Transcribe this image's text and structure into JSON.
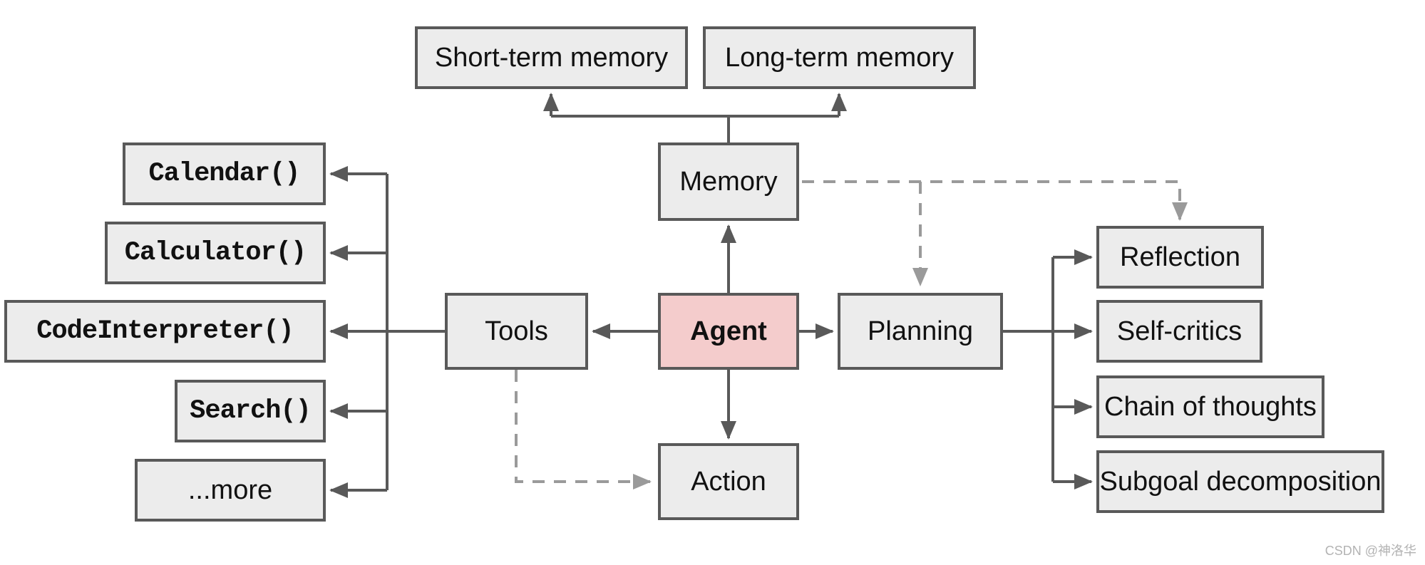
{
  "colors": {
    "node_fill": "#ececec",
    "node_border": "#595959",
    "agent_fill": "#f4cccc",
    "connector_solid": "#595959",
    "connector_dashed": "#9a9a9a",
    "text": "#111111",
    "watermark": "#b3b3b3"
  },
  "nodes": {
    "short_term_memory": {
      "label": "Short-term memory"
    },
    "long_term_memory": {
      "label": "Long-term memory"
    },
    "memory": {
      "label": "Memory"
    },
    "agent": {
      "label": "Agent"
    },
    "tools": {
      "label": "Tools"
    },
    "planning": {
      "label": "Planning"
    },
    "action": {
      "label": "Action"
    },
    "calendar": {
      "label": "Calendar()"
    },
    "calculator": {
      "label": "Calculator()"
    },
    "code_interpreter": {
      "label": "CodeInterpreter()"
    },
    "search": {
      "label": "Search()"
    },
    "more": {
      "label": "...more"
    },
    "reflection": {
      "label": "Reflection"
    },
    "self_critics": {
      "label": "Self-critics"
    },
    "chain_of_thoughts": {
      "label": "Chain of thoughts"
    },
    "subgoal_decomposition": {
      "label": "Subgoal decomposition"
    }
  },
  "edges": [
    {
      "from": "memory",
      "to": "short_term_memory",
      "style": "solid",
      "arrow": true
    },
    {
      "from": "memory",
      "to": "long_term_memory",
      "style": "solid",
      "arrow": true
    },
    {
      "from": "agent",
      "to": "memory",
      "style": "solid",
      "arrow": true
    },
    {
      "from": "agent",
      "to": "tools",
      "style": "solid",
      "arrow": true
    },
    {
      "from": "agent",
      "to": "planning",
      "style": "solid",
      "arrow": true
    },
    {
      "from": "agent",
      "to": "action",
      "style": "solid",
      "arrow": true
    },
    {
      "from": "tools",
      "to": "calendar",
      "style": "solid",
      "arrow": true
    },
    {
      "from": "tools",
      "to": "calculator",
      "style": "solid",
      "arrow": true
    },
    {
      "from": "tools",
      "to": "code_interpreter",
      "style": "solid",
      "arrow": true
    },
    {
      "from": "tools",
      "to": "search",
      "style": "solid",
      "arrow": true
    },
    {
      "from": "tools",
      "to": "more",
      "style": "solid",
      "arrow": true
    },
    {
      "from": "planning",
      "to": "reflection",
      "style": "solid",
      "arrow": true
    },
    {
      "from": "planning",
      "to": "self_critics",
      "style": "solid",
      "arrow": true
    },
    {
      "from": "planning",
      "to": "chain_of_thoughts",
      "style": "solid",
      "arrow": true
    },
    {
      "from": "planning",
      "to": "subgoal_decomposition",
      "style": "solid",
      "arrow": true
    },
    {
      "from": "memory",
      "to": "planning",
      "style": "dashed",
      "arrow": true
    },
    {
      "from": "memory",
      "to": "reflection",
      "style": "dashed",
      "arrow": true
    },
    {
      "from": "tools",
      "to": "action",
      "style": "dashed",
      "arrow": true
    }
  ],
  "watermark": {
    "text": "CSDN @神洛华"
  }
}
